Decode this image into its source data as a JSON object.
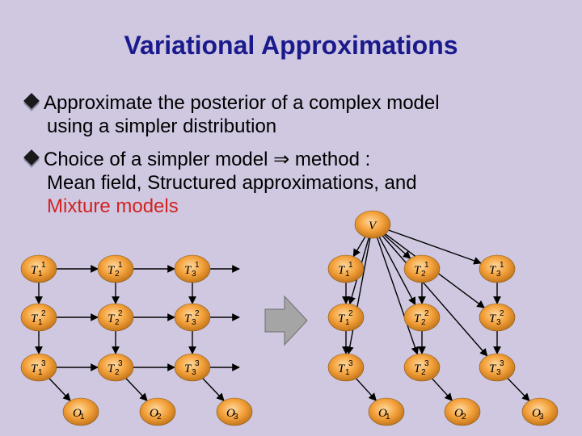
{
  "title": "Variational Approximations",
  "bullets": {
    "b1_line1": "Approximate the posterior of a complex model",
    "b1_line2": "using a simpler distribution",
    "b2_line1": "Choice of a simpler model ⇒ method :",
    "b2_line2": "Mean field, Structured approximations, and",
    "b2_line3": "Mixture models"
  },
  "colors": {
    "background": "#cfc8e0",
    "title": "#1a1a8c",
    "highlight": "#d22222",
    "node_fill": "#f4a23c",
    "arrow_fill": "#a5a5a5"
  },
  "diagram": {
    "left_grid": [
      [
        "T",
        "1",
        "1"
      ],
      [
        "T",
        "2",
        "1"
      ],
      [
        "T",
        "3",
        "1"
      ],
      [
        "T",
        "1",
        "2"
      ],
      [
        "T",
        "2",
        "2"
      ],
      [
        "T",
        "3",
        "2"
      ],
      [
        "T",
        "1",
        "3"
      ],
      [
        "T",
        "2",
        "3"
      ],
      [
        "T",
        "3",
        "3"
      ]
    ],
    "left_obs": [
      [
        "O",
        "1"
      ],
      [
        "O",
        "2"
      ],
      [
        "O",
        "3"
      ]
    ],
    "right_grid": [
      [
        "T",
        "1",
        "1"
      ],
      [
        "T",
        "2",
        "1"
      ],
      [
        "T",
        "3",
        "1"
      ],
      [
        "T",
        "1",
        "2"
      ],
      [
        "T",
        "2",
        "2"
      ],
      [
        "T",
        "3",
        "2"
      ],
      [
        "T",
        "1",
        "3"
      ],
      [
        "T",
        "2",
        "3"
      ],
      [
        "T",
        "3",
        "3"
      ]
    ],
    "right_obs": [
      [
        "O",
        "1"
      ],
      [
        "O",
        "2"
      ],
      [
        "O",
        "3"
      ]
    ],
    "mixture_var": "V",
    "center_arrow_icon": "block-right-arrow-icon"
  }
}
